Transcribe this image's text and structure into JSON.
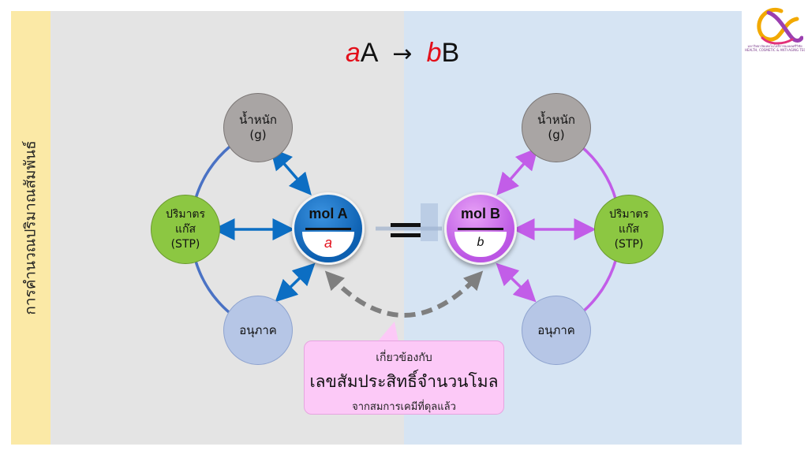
{
  "side_title": "การคำนวณปริมาณสัมพันธ์",
  "equation": {
    "coef_a": "a",
    "species_a": "A",
    "arrow": "→",
    "coef_b": "b",
    "species_b": "B"
  },
  "left": {
    "mass": {
      "line1": "น้ำหนัก",
      "line2": "(g)"
    },
    "gas": {
      "line1": "ปริมาตร",
      "line2": "แก๊ส",
      "line3": "(STP)"
    },
    "particles": "อนุภาค",
    "mol": {
      "top": "mol A",
      "bottom": "a"
    }
  },
  "right": {
    "mass": {
      "line1": "น้ำหนัก",
      "line2": "(g)"
    },
    "gas": {
      "line1": "ปริมาตร",
      "line2": "แก๊ส",
      "line3": "(STP)"
    },
    "particles": "อนุภาค",
    "mol": {
      "top": "mol B",
      "bottom": "b"
    }
  },
  "callout": {
    "line1": "เกี่ยวข้องกับ",
    "line2": "เลขสัมประสิทธิ์จำนวนโมล",
    "line3": "จากสมการเคมีที่ดุลแล้ว"
  },
  "logo": {
    "text1": "มหาวิทยาลัยเทคโนโลยีราชมงคลศรีวิชัย",
    "text2": "HEALTH, COSMETIC & ANTI-AGING TECHNOLOGY"
  },
  "colors": {
    "blue_accent": "#0c6ec3",
    "purple_accent": "#c25de8",
    "red_coef": "#e3101b",
    "left_panel": "#e4e4e4",
    "right_panel": "#d6e4f3",
    "side_bar": "#fbe9a6",
    "callout_bg": "#fcc9f7"
  }
}
